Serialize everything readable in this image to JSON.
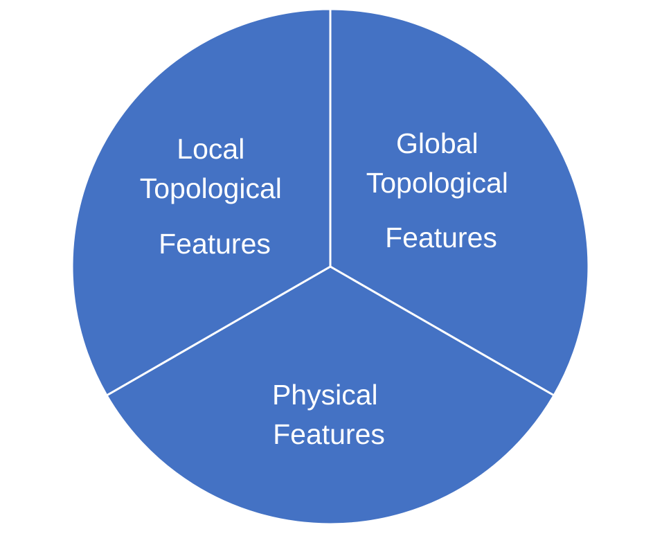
{
  "diagram": {
    "segment_color": "#4472c4",
    "divider_color": "#ffffff",
    "label_color": "#ffffff",
    "segments": [
      {
        "id": "global-topological",
        "label_lines": [
          "Global",
          "Topological",
          "Features"
        ]
      },
      {
        "id": "physical",
        "label_lines": [
          "Physical",
          "Features"
        ]
      },
      {
        "id": "local-topological",
        "label_lines": [
          "Local",
          "Topological",
          "Features"
        ]
      }
    ]
  }
}
